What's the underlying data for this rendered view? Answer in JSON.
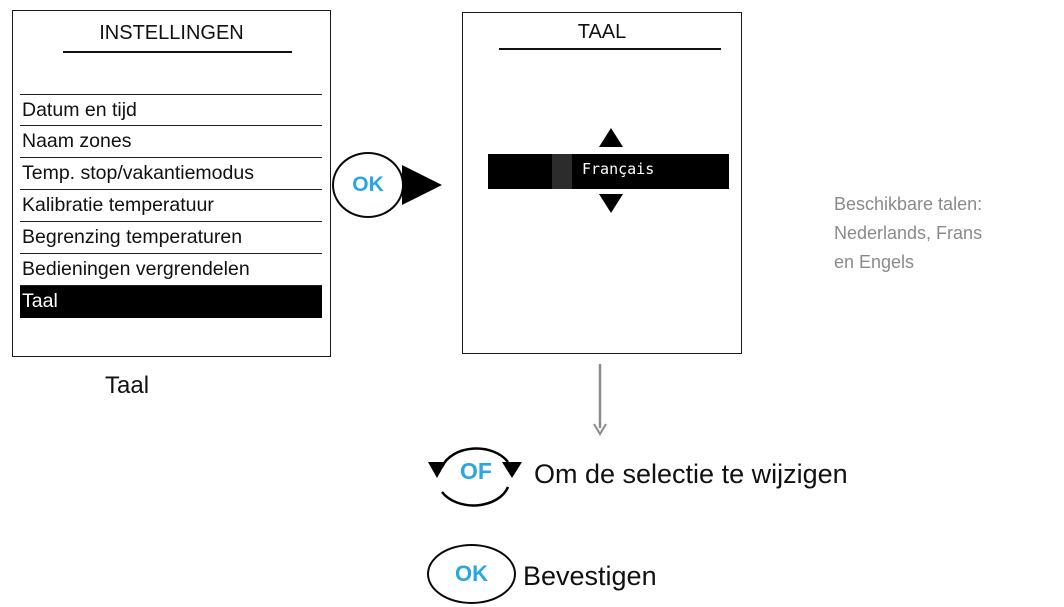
{
  "settings_screen": {
    "title": "INSTELLINGEN",
    "items": [
      {
        "label": "Datum en tijd"
      },
      {
        "label": "Naam zones"
      },
      {
        "label": "Temp. stop/vakantiemodus"
      },
      {
        "label": "Kalibratie temperatuur"
      },
      {
        "label": "Begrenzing temperaturen"
      },
      {
        "label": "Bedieningen vergrendelen"
      },
      {
        "label": "Taal",
        "selected": true
      }
    ],
    "caption": "Taal"
  },
  "ok_button_main": {
    "label": "OK"
  },
  "language_screen": {
    "title": "TAAL",
    "selected_value": "Français"
  },
  "available_languages_note": [
    "Beschikbare talen:",
    "Nederlands, Frans",
    "en Engels"
  ],
  "steps": [
    {
      "button": "OF",
      "text": "Om de selectie te wijzigen"
    },
    {
      "button": "OK",
      "text": "Bevestigen"
    }
  ],
  "colors": {
    "button_text": "#2aa7df",
    "note_text": "#8a8a8a",
    "arrow_gray": "#8c8c8c",
    "selection_bg": "#000000"
  },
  "icons": [
    "triangle-right-icon",
    "triangle-up-icon",
    "triangle-down-icon",
    "rotate-arrows-icon",
    "arrow-down-icon"
  ]
}
